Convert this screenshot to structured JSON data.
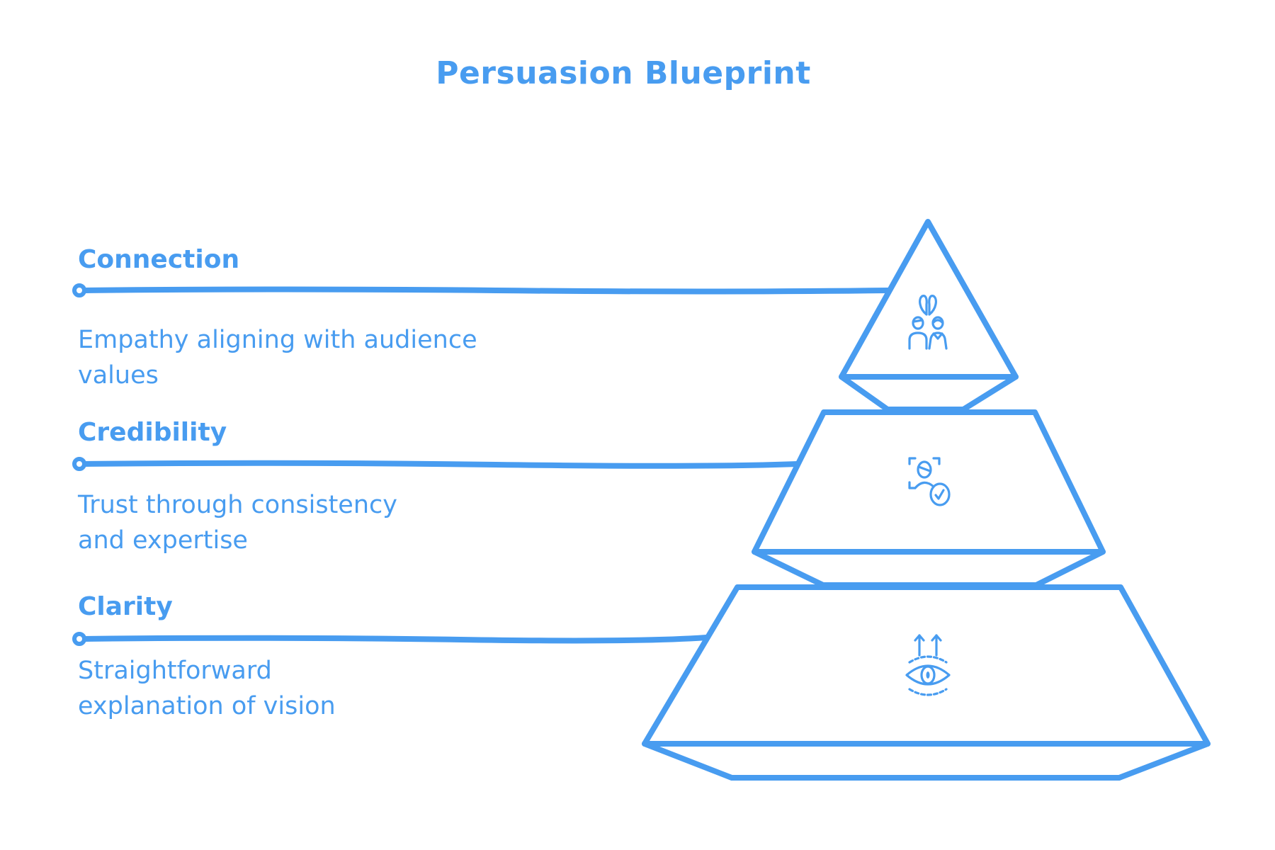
{
  "title": "Persuasion Blueprint",
  "accent_color": "#489CF0",
  "levels": [
    {
      "label": "Connection",
      "description_lines": [
        "Empathy aligning with audience",
        "values"
      ],
      "icon": "couple-heart-icon",
      "pyramid_tier": "top"
    },
    {
      "label": "Credibility",
      "description_lines": [
        "Trust through consistency",
        "and expertise"
      ],
      "icon": "verified-person-icon",
      "pyramid_tier": "middle"
    },
    {
      "label": "Clarity",
      "description_lines": [
        "Straightforward",
        "explanation of vision"
      ],
      "icon": "eye-vision-icon",
      "pyramid_tier": "bottom"
    }
  ]
}
